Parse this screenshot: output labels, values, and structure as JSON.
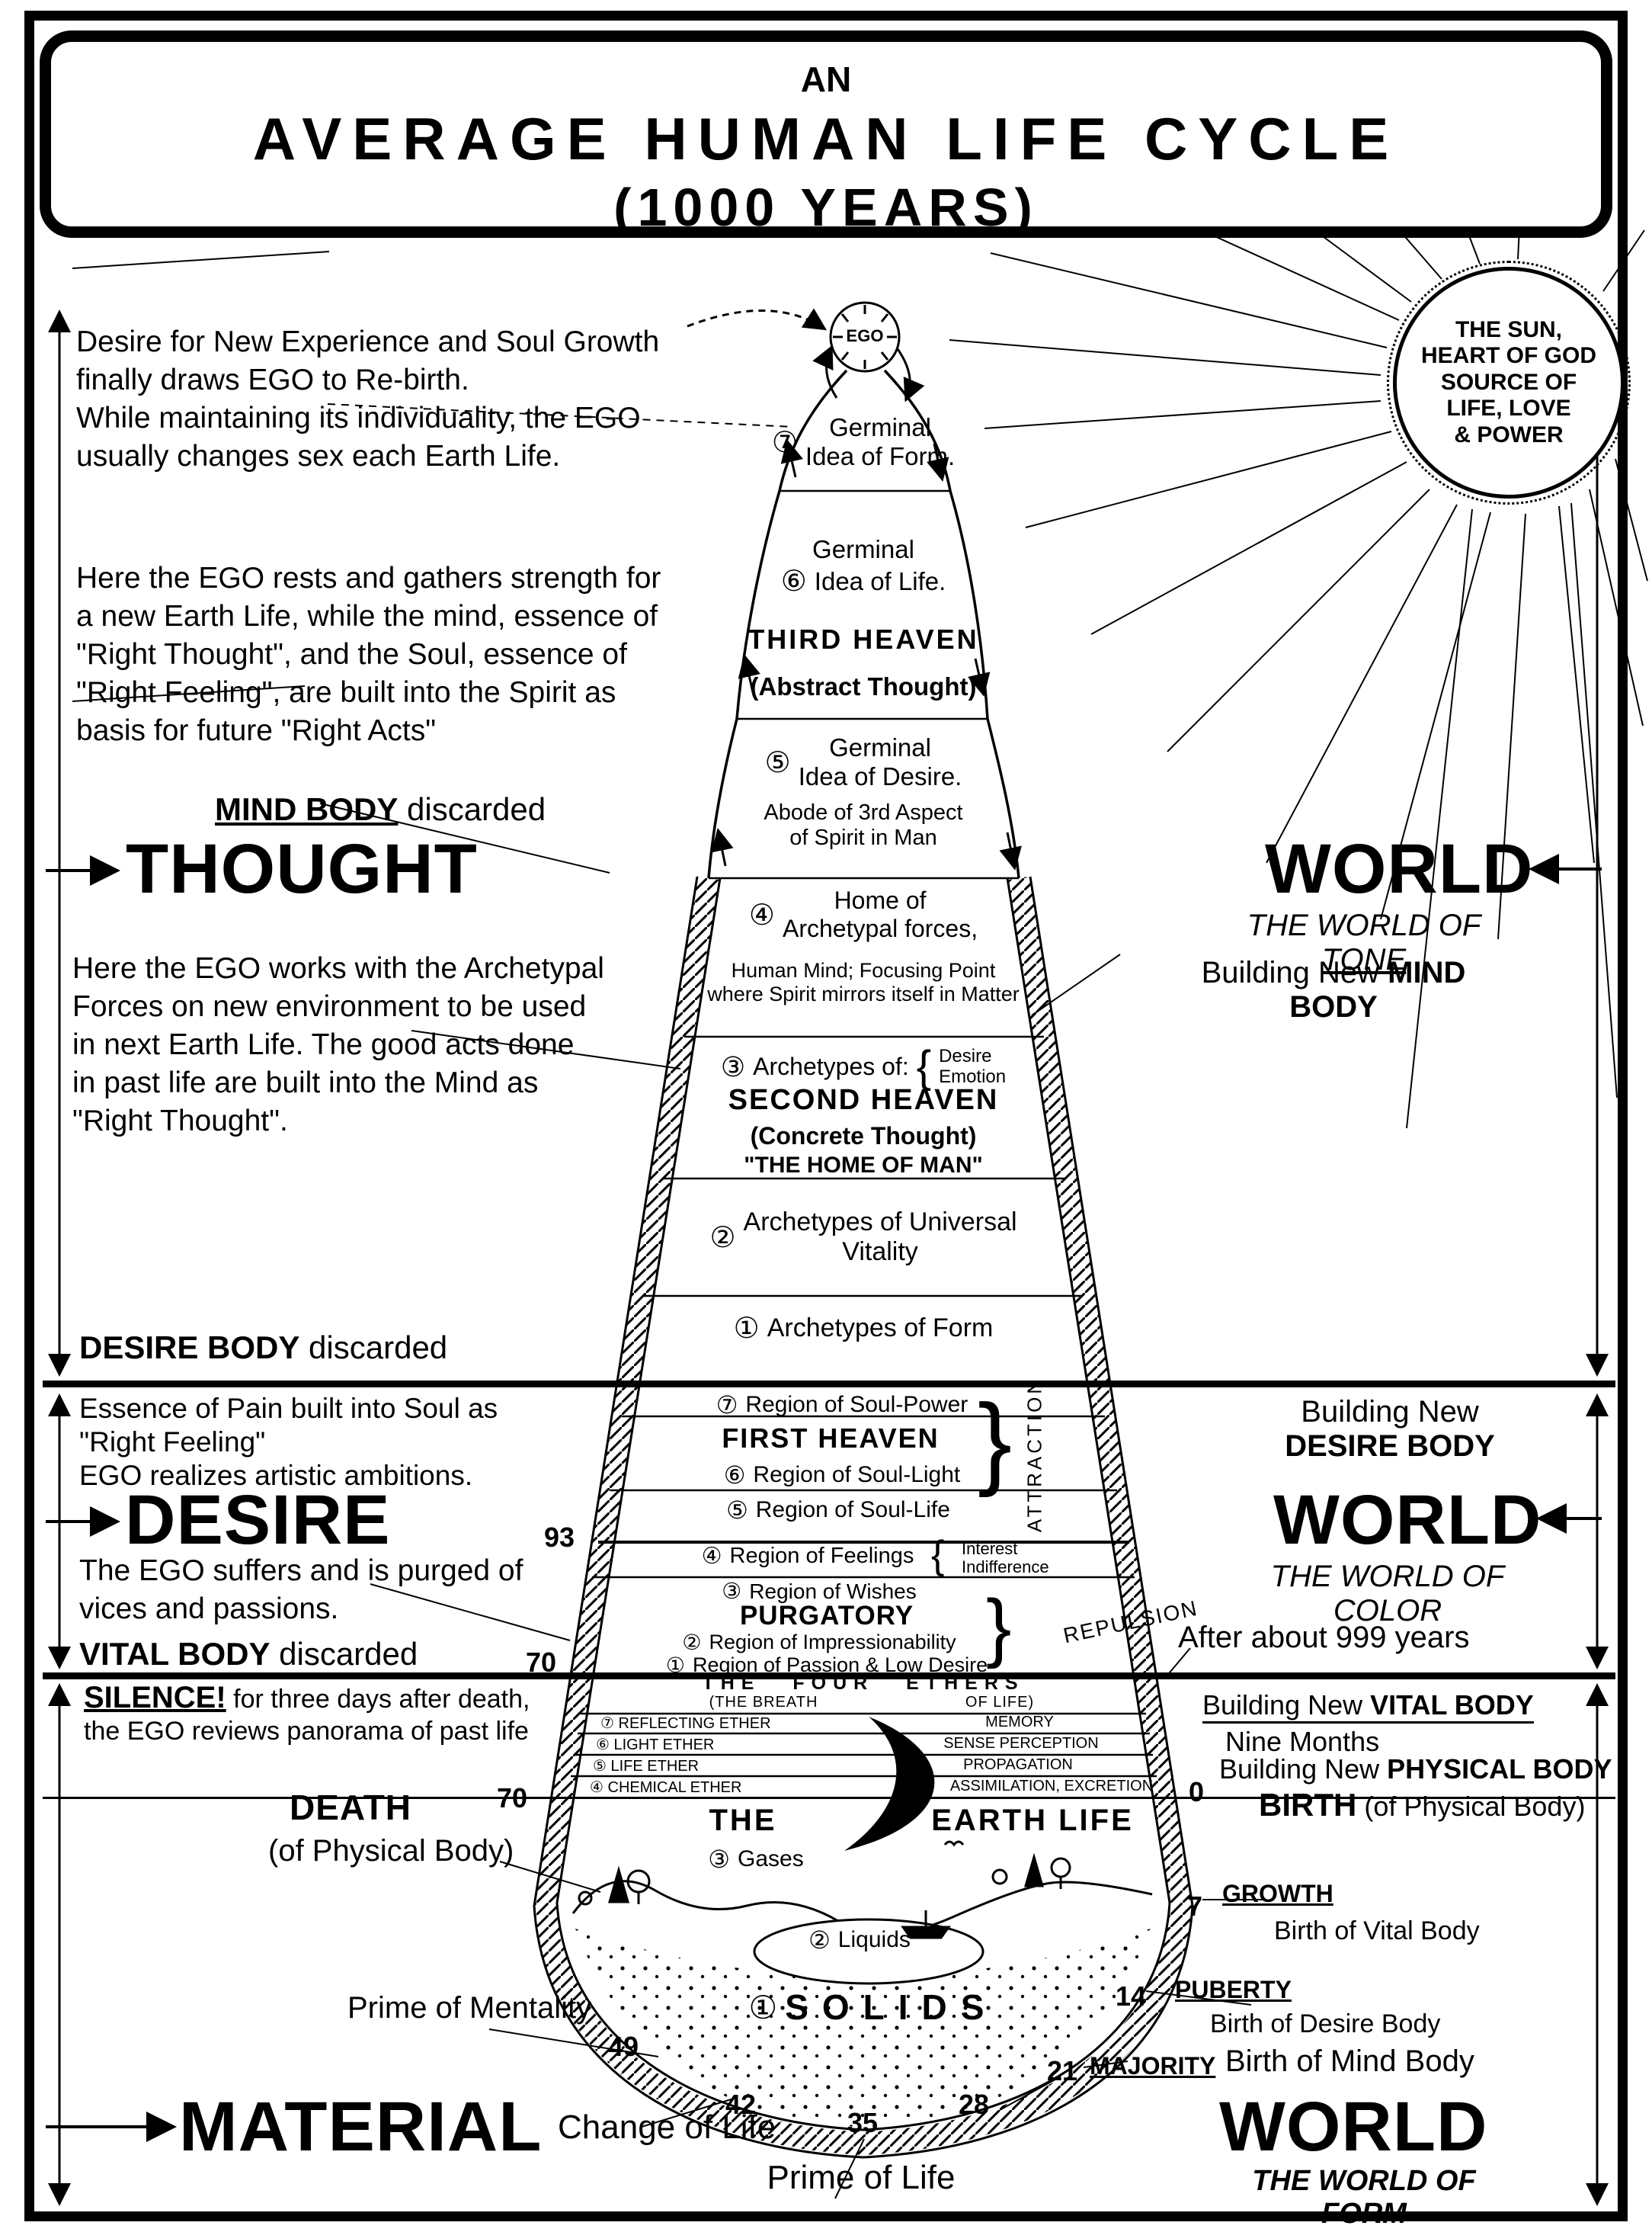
{
  "title": {
    "an": "AN",
    "main": "AVERAGE HUMAN LIFE CYCLE",
    "years": "(1000 YEARS)"
  },
  "sun": {
    "label": "THE SUN,\nHEART OF GOD\nSOURCE OF\nLIFE, LOVE\n& POWER"
  },
  "ego": {
    "label": "EGO"
  },
  "nums": {
    "n1": "①",
    "n2": "②",
    "n3": "③",
    "n4": "④",
    "n5": "⑤",
    "n6": "⑥",
    "n7": "⑦"
  },
  "glyphs": {
    "lbrace": "{",
    "rbrace": "}"
  },
  "ages": {
    "a0": "0",
    "a7": "7",
    "a14": "14",
    "a21": "21",
    "a28": "28",
    "a35": "35",
    "a42": "42",
    "a49": "49",
    "a70": "70",
    "a93": "93"
  },
  "left": {
    "p1": "Desire for New Experience and Soul Growth\nfinally draws EGO to Re-birth.\nWhile maintaining its individuality, the EGO\nusually changes sex each Earth Life.",
    "p2": "Here the EGO rests and gathers strength for\na new Earth Life, while the mind, essence of\n\"Right Thought\", and the Soul, essence of\n\"Right Feeling\", are built into the Spirit as\nbasis for future \"Right Acts\"",
    "mind_body": "MIND BODY",
    "mind_body_rest": " discarded",
    "thought": "THOUGHT",
    "p3": "Here the EGO works with the Archetypal\nForces on new environment to be used\nin next Earth Life. The good acts done\nin past life are built into the Mind as\n\"Right Thought\".",
    "desire_body": "DESIRE BODY",
    "desire_body_rest": " discarded",
    "pain": "Essence of Pain built into Soul as\n\"Right Feeling\"\nEGO realizes artistic ambitions.",
    "desire": "DESIRE",
    "purged": "The EGO suffers and is purged of\nvices and passions.",
    "vital_body": "VITAL BODY",
    "vital_body_rest": " discarded",
    "silence": "SILENCE!",
    "silence_rest": " for three days after death,\nthe EGO reviews panorama of past life",
    "death": "DEATH",
    "death_sub": "(of Physical Body)",
    "prime_mentality": "Prime of Mentality",
    "material": "MATERIAL",
    "change_of_life": "Change of Life",
    "prime_of_life": "Prime of Life"
  },
  "right": {
    "world1": "WORLD",
    "tone_pre": "THE WORLD OF ",
    "tone_word": "TONE",
    "build_pre": "Building New ",
    "mind_body": "MIND BODY",
    "desire_body": "DESIRE BODY",
    "world2": "WORLD",
    "world_of_color": "THE WORLD OF COLOR",
    "after_999": "After about 999 years",
    "vital_body": "VITAL BODY",
    "nine_months": "Nine Months",
    "physical_body": "PHYSICAL BODY",
    "birth": "BIRTH",
    "birth_sub": " (of Physical Body)",
    "growth": "GROWTH",
    "growth_sub": "Birth of Vital Body",
    "puberty": "PUBERTY",
    "puberty_sub": "Birth of Desire Body",
    "majority": "MAJORITY",
    "majority_sub": "Birth of Mind Body",
    "world3": "WORLD",
    "world_of_form": "THE WORLD OF FORM"
  },
  "cone": {
    "s7_text": "Germinal\nIdea of Form.",
    "s6_line1": "Germinal",
    "s6_line2": "Idea of Life.",
    "third_heaven": "THIRD HEAVEN",
    "abstract": "(Abstract Thought)",
    "s5_text": "Germinal\nIdea of Desire.",
    "s5_sub": "Abode of 3rd Aspect\nof Spirit in Man",
    "s4_text": "Home of\nArchetypal forces,",
    "s4_sub": "Human Mind; Focusing Point\nwhere Spirit mirrors itself in Matter",
    "s3_label": "Archetypes of:",
    "s3_opts": "Desire\nEmotion",
    "second_heaven": "SECOND HEAVEN",
    "concrete": "(Concrete Thought)",
    "home_of_man": "\"THE HOME OF MAN\"",
    "s2_text": "Archetypes of Universal\nVitality",
    "s1_text": "Archetypes of Form",
    "r7": "Region of Soul-Power",
    "first_heaven": "FIRST HEAVEN",
    "r6": "Region of Soul-Light",
    "r5": "Region of Soul-Life",
    "attraction": "ATTRACTION",
    "r4": "Region of Feelings",
    "r4_opts": "Interest\nIndifference",
    "r3": "Region of Wishes",
    "purgatory": "PURGATORY",
    "r2": "Region of Impressionability",
    "r1": "Region of Passion & Low Desire",
    "repulsion": "REPULSION",
    "ethers_title": "THE FOUR ETHERS",
    "breath": "(THE BREATH",
    "of_life": "OF LIFE)",
    "e7": "REFLECTING ETHER",
    "e7_fn": "MEMORY",
    "e6": "LIGHT ETHER",
    "e6_fn": "SENSE PERCEPTION",
    "e5": "LIFE ETHER",
    "e5_fn": "PROPAGATION",
    "e4": "CHEMICAL ETHER",
    "e4_fn": "ASSIMILATION, EXCRETION",
    "the": "THE",
    "earth_life": "EARTH LIFE",
    "gases": "Gases",
    "liquids": "Liquids",
    "solids": "SOLIDS"
  }
}
